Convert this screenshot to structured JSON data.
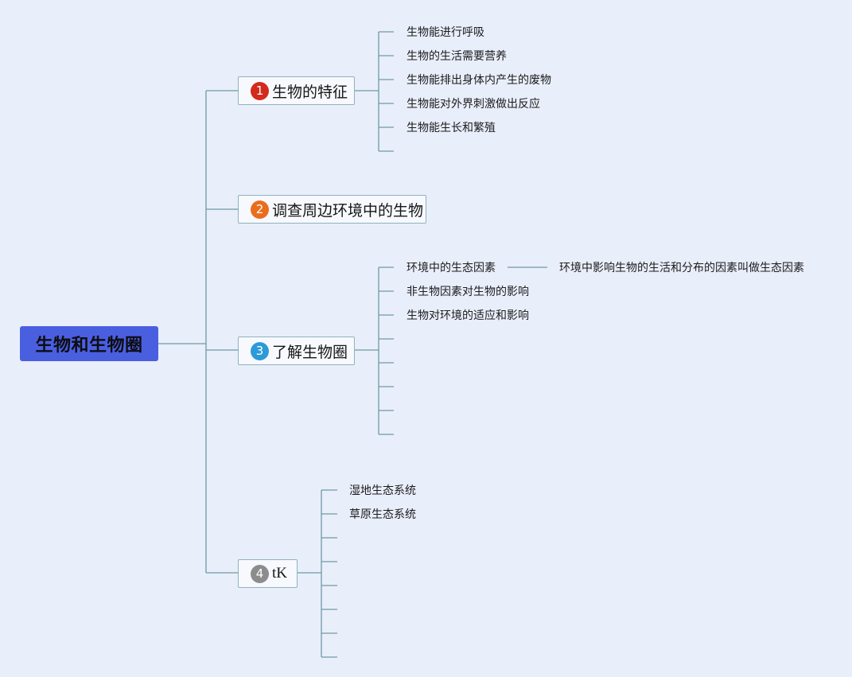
{
  "root": {
    "label": "生物和生物圈"
  },
  "branches": [
    {
      "number": "1",
      "label": "生物的特征",
      "marker_color": "#d42a1c",
      "items": [
        "生物能进行呼吸",
        "生物的生活需要营养",
        "生物能排出身体内产生的废物",
        "生物能对外界刺激做出反应",
        "生物能生长和繁殖",
        ""
      ]
    },
    {
      "number": "2",
      "label": "调查周边环境中的生物",
      "marker_color": "#ea6d1d",
      "items": []
    },
    {
      "number": "3",
      "label": "了解生物圈",
      "marker_color": "#2b9bd8",
      "items": [
        "环境中的生态因素",
        "非生物因素对生物的影响",
        "生物对环境的适应和影响",
        "",
        "",
        "",
        "",
        ""
      ],
      "sub": {
        "parent": "环境中的生态因素",
        "label": "环境中影响生物的生活和分布的因素叫做生态因素"
      }
    },
    {
      "number": "4",
      "label": "tK",
      "marker_color": "#8c8c8c",
      "items": [
        "湿地生态系统",
        "草原生态系统",
        "",
        "",
        "",
        "",
        "",
        ""
      ]
    }
  ]
}
